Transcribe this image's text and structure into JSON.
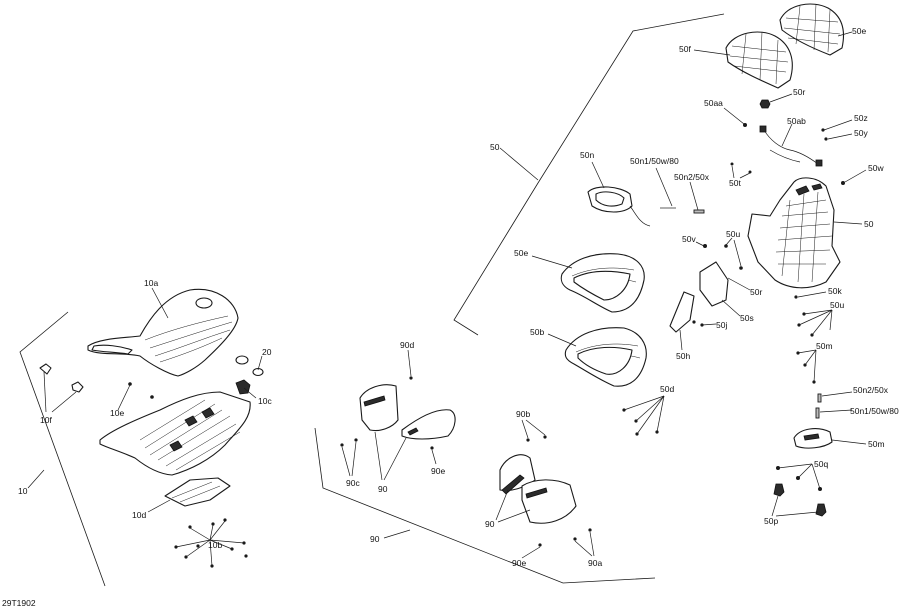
{
  "figure_code": "29T1902",
  "callouts": {
    "c10": "10",
    "c10a": "10a",
    "c10b": "10b",
    "c10c": "10c",
    "c10d": "10d",
    "c10e": "10e",
    "c10f": "10f",
    "c20": "20",
    "c50_main": "50",
    "c50_frame": "50",
    "c50e_top": "50e",
    "c50f": "50f",
    "c50r_top": "50r",
    "c50aa": "50aa",
    "c50ab": "50ab",
    "c50z": "50z",
    "c50y": "50y",
    "c50w": "50w",
    "c50n": "50n",
    "c50n1_50w_80_top": "50n1/50w/80",
    "c50n2_50x_top": "50n2/50x",
    "c50t": "50t",
    "c50v": "50v",
    "c50u_top": "50u",
    "c50e_mid": "50e",
    "c50r_mid": "50r",
    "c50k": "50k",
    "c50u_right": "50u",
    "c50s": "50s",
    "c50j": "50j",
    "c50h": "50h",
    "c50b": "50b",
    "c50m_list": "50m",
    "c50n2_50x_right": "50n2/50x",
    "c50n1_50w_80_right": "50n1/50w/80",
    "c50m_part": "50m",
    "c50d": "50d",
    "c50q": "50q",
    "c50p": "50p",
    "c90d": "90d",
    "c90c": "90c",
    "c90_left": "90",
    "c90e_left": "90e",
    "c90b": "90b",
    "c90_right": "90",
    "c90_main": "90",
    "c90e_bottom": "90e",
    "c90a": "90a"
  }
}
